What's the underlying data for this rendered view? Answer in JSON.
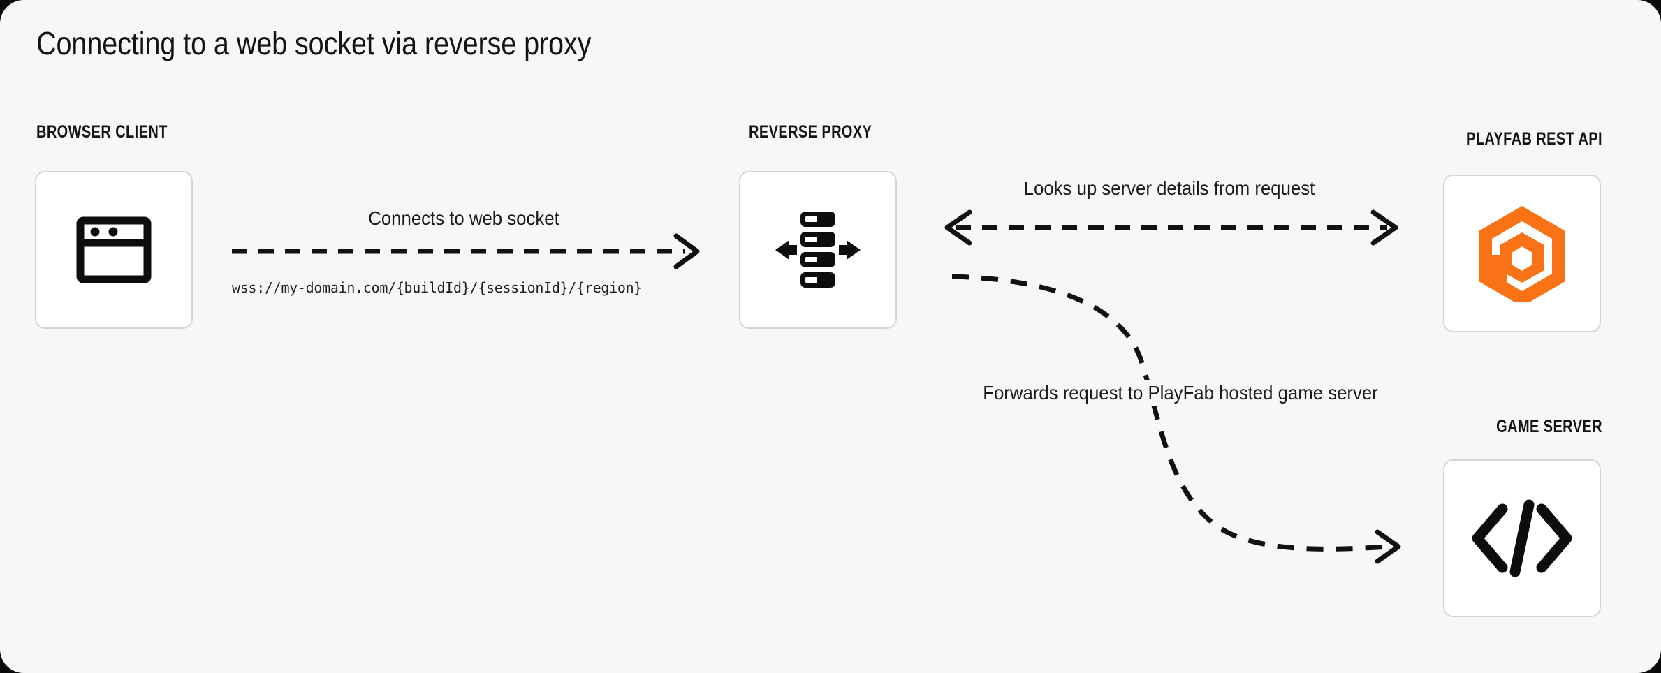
{
  "title": "Connecting to a web socket via reverse proxy",
  "colors": {
    "page_background": "#0a0a0a",
    "canvas_background": "#f7f7f7",
    "card_background": "#ffffff",
    "card_border": "#d6d6d6",
    "ink": "#141414",
    "playfab_orange": "#F97316"
  },
  "nodes": [
    {
      "id": "browser-client",
      "label": "BROWSER CLIENT",
      "icon": "browser-window-icon"
    },
    {
      "id": "reverse-proxy",
      "label": "REVERSE PROXY",
      "icon": "server-stack-arrows-icon"
    },
    {
      "id": "playfab-rest-api",
      "label": "PLAYFAB REST API",
      "icon": "playfab-hexagon-logo-icon"
    },
    {
      "id": "game-server",
      "label": "GAME SERVER",
      "icon": "code-brackets-icon"
    }
  ],
  "edges": [
    {
      "id": "client-to-proxy",
      "label": "Connects to web socket",
      "sublabel": "wss://my-domain.com/{buildId}/{sessionId}/{region}",
      "style": "dashed",
      "direction": "forward",
      "from": "browser-client",
      "to": "reverse-proxy"
    },
    {
      "id": "proxy-to-playfab",
      "label": "Looks up server details from request",
      "sublabel": "",
      "style": "dashed",
      "direction": "bidirectional",
      "from": "reverse-proxy",
      "to": "playfab-rest-api"
    },
    {
      "id": "proxy-to-game-server",
      "label": "Forwards request to PlayFab hosted game server",
      "sublabel": "",
      "style": "dashed-curved",
      "direction": "forward",
      "from": "reverse-proxy",
      "to": "game-server"
    }
  ]
}
